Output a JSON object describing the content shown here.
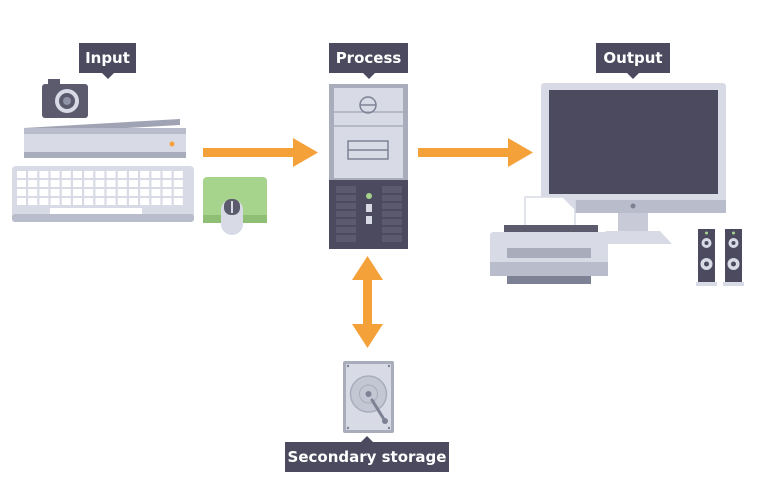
{
  "labels": {
    "input": "Input",
    "process": "Process",
    "output": "Output",
    "storage": "Secondary storage"
  },
  "colors": {
    "label_bg": "#4b4a5e",
    "arrow": "#f5a13a",
    "device_light": "#d8dbe6",
    "device_mid": "#a9adbb",
    "device_dark": "#4b4a5e",
    "mouse_pad": "#a7d48c"
  }
}
